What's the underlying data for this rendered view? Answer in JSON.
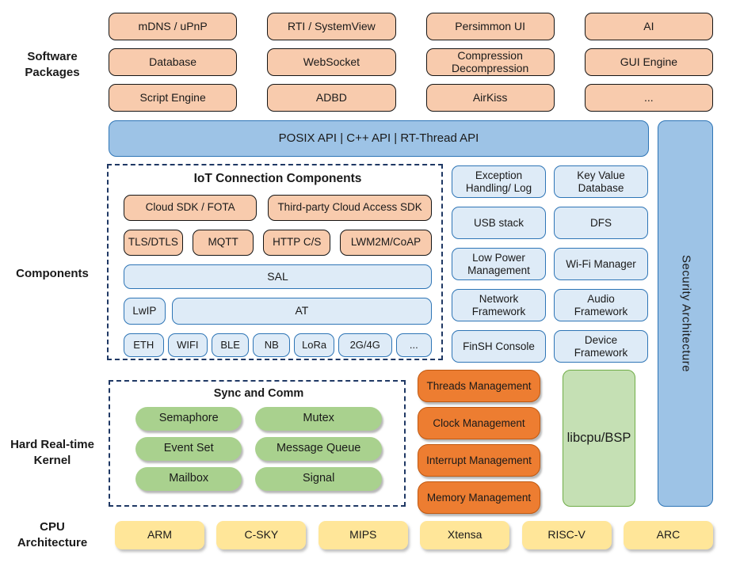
{
  "labels": {
    "software_packages": "Software Packages",
    "components": "Components",
    "kernel": "Hard Real-time Kernel",
    "cpu": "CPU Architecture"
  },
  "software_packages": {
    "items": [
      "mDNS / uPnP",
      "RTI / SystemView",
      "Persimmon UI",
      "AI",
      "Database",
      "WebSocket",
      "Compression Decompression",
      "GUI Engine",
      "Script Engine",
      "ADBD",
      "AirKiss",
      "..."
    ]
  },
  "api_bar": {
    "label": "POSIX API | C++ API | RT-Thread API"
  },
  "security": {
    "label": "Security Architecture"
  },
  "iot": {
    "title": "IoT Connection Components",
    "cloud_row": [
      "Cloud SDK / FOTA",
      "Third-party Cloud Access SDK"
    ],
    "protocol_row": [
      "TLS/DTLS",
      "MQTT",
      "HTTP C/S",
      "LWM2M/CoAP"
    ],
    "sal": "SAL",
    "lwip": "LwIP",
    "at": "AT",
    "link_row": [
      "ETH",
      "WIFI",
      "BLE",
      "NB",
      "LoRa",
      "2G/4G",
      "..."
    ]
  },
  "component_boxes": [
    "Exception Handling/ Log",
    "Key Value Database",
    "USB stack",
    "DFS",
    "Low Power Management",
    "Wi-Fi Manager",
    "Network Framework",
    "Audio Framework",
    "FinSH Console",
    "Device Framework"
  ],
  "kernel": {
    "sync_title": "Sync and Comm",
    "sync_items": [
      "Semaphore",
      "Mutex",
      "Event Set",
      "Message Queue",
      "Mailbox",
      "Signal"
    ],
    "management_items": [
      "Threads Management",
      "Clock Management",
      "Interrupt Management",
      "Memory Management"
    ],
    "libcpu": "libcpu/BSP"
  },
  "cpu_architectures": [
    "ARM",
    "C-SKY",
    "MIPS",
    "Xtensa",
    "RISC-V",
    "ARC"
  ],
  "colors": {
    "peach": "#F8CBAD",
    "orange": "#ED7D31",
    "blue": "#9DC3E6",
    "blue-border": "#2E75B6",
    "lightblue": "#DEEBF7",
    "green": "#A9D18E",
    "lightgreen": "#C5E0B4",
    "green-border": "#70AD47",
    "yellow": "#FFE699",
    "navy": "#1F3864"
  }
}
